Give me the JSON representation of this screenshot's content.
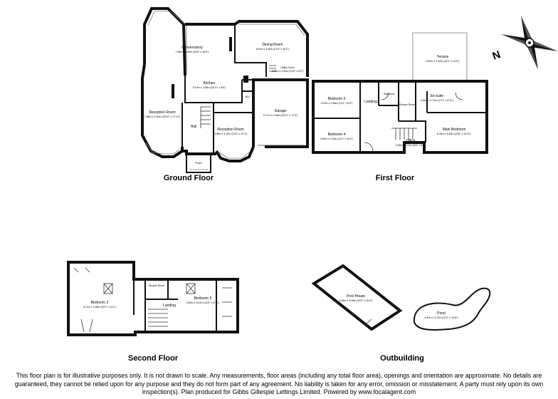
{
  "floor_labels": {
    "ground": "Ground Floor",
    "first": "First Floor",
    "second": "Second Floor",
    "outbuilding": "Outbuilding"
  },
  "rooms": {
    "conservatory": {
      "name": "Conservatory",
      "dims": "7.08m x 5.49m (23'3\" x 18'0\")"
    },
    "dining": {
      "name": "Dining Room",
      "dims": "6.61m x 4.90m (21'8\" x 16'1\")"
    },
    "utility": {
      "name": "Utility Room",
      "dims": "3.00m x 1.82m (9'10\" x 6'0\")"
    },
    "kitchen": {
      "name": "Kitchen",
      "dims": "5.15m x 2.65m (16'11\" x 8'8\")"
    },
    "wc": {
      "name": "W.C"
    },
    "reception1": {
      "name": "Reception Room",
      "dims": "7.88m x 5.45m (25'10\" x 17'11\")"
    },
    "hall": {
      "name": "Hall"
    },
    "reception2": {
      "name": "Reception Room",
      "dims": "3.96m x 3.75m (13'0\" x 12'4\")"
    },
    "garage": {
      "name": "Garage",
      "dims": "5.77m x 5.18m (18'11\" x 17'0\")"
    },
    "porch": {
      "name": "Porch"
    },
    "terrace": {
      "name": "Terrace",
      "dims": "5.50m x 4.40m (18'1\" x 14'5\")"
    },
    "bedroom5": {
      "name": "Bedroom 5",
      "dims": "4.00m x 2.66m (13'2\" x 8'9\")"
    },
    "landing1": {
      "name": "Landing"
    },
    "bathroom": {
      "name": "Bathroom"
    },
    "shower": {
      "name": "Shower Room"
    },
    "ensuite": {
      "name": "En-suite",
      "dims": "3.68m x 2.72m (12'1\" x 8'11\")"
    },
    "bedroom4": {
      "name": "Bedroom 4",
      "dims": "3.96m x 3.16m (13'1\" x 10'4\")"
    },
    "office": {
      "name": "Office",
      "dims": "2.59m x 2.57m (8'6\" x 8'5\")"
    },
    "main_bedroom": {
      "name": "Main Bedroom",
      "dims": "6.25m x 5.16m (20'6\" x 16'11\")"
    },
    "bedroom2": {
      "name": "Bedroom 2",
      "dims": "6.71m x 3.38m (22'0\" x 11'1\")"
    },
    "shower2": {
      "name": "Shower Room"
    },
    "landing2": {
      "name": "Landing"
    },
    "bedroom3": {
      "name": "Bedroom 3",
      "dims": "4.50m x 3.01m (14'9\" x 9'11\")"
    },
    "pool_house": {
      "name": "Pool House",
      "dims": "5.56m x 4.98m (18'3\" x 16'4\")"
    },
    "pond": {
      "name": "Pond",
      "dims": "6.40m x 4.73m (21'0\" x 15'6\")"
    }
  },
  "compass_letter": "N",
  "disclaimer": "This floor plan is for illustrative purposes only. It is not drawn to scale. Any measurements, floor areas (including any total floor area), openings and orientation are approximate. No details are guaranteed, they cannot be relied upon for any purpose and they do not form part of any agreement. No liability is taken for any error, omission or misstatement. A party must rely upon its own inspection(s). Plan produced for Gibbs Gillespie Lettings Limited. Powered by www.focalagent.com"
}
